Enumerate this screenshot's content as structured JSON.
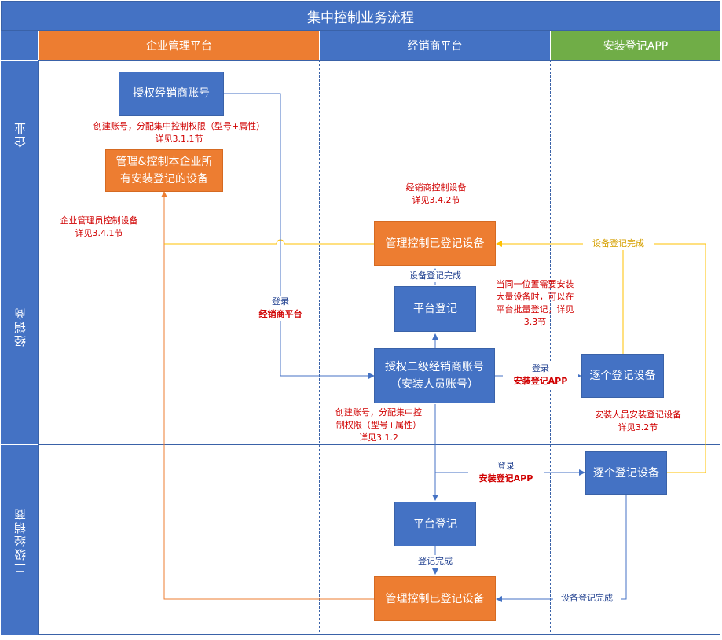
{
  "title": "集中控制业务流程",
  "columns": [
    {
      "label": "企业管理平台",
      "color": "#ed7d31"
    },
    {
      "label": "经销商平台",
      "color": "#4472c4"
    },
    {
      "label": "安装登记APP",
      "color": "#70ad47"
    }
  ],
  "rows": [
    {
      "label": "企业"
    },
    {
      "label": "经销商"
    },
    {
      "label": "二级经销商"
    }
  ],
  "boxes": {
    "authorize_dealer": "授权经销商账号",
    "manage_enterprise_devices": "管理&控制本企业所有安装登记的设备",
    "manage_registered_dealer": "管理控制已登记设备",
    "platform_register_dealer": "平台登记",
    "authorize_sub_dealer": "授权二级经销商账号（安装人员账号）",
    "register_each_dealer": "逐个登记设备",
    "register_each_sub": "逐个登记设备",
    "platform_register_sub": "平台登记",
    "manage_registered_sub": "管理控制已登记设备"
  },
  "labels": {
    "create_account_1_line1": "创建账号，分配集中控制权限（型号+属性）",
    "create_account_1_line2": "详见3.1.1节",
    "dealer_control_line1": "经销商控制设备",
    "dealer_control_line2": "详见3.4.2节",
    "enterprise_admin_line1": "企业管理员控制设备",
    "enterprise_admin_line2": "详见3.4.1节",
    "device_reg_done_right": "设备登记完成",
    "device_reg_done_mid": "设备登记完成",
    "batch_line1": "当同一位置需要安装",
    "batch_line2": "大量设备时，可以在",
    "batch_line3": "平台批量登记，详见",
    "batch_line4": "3.3节",
    "login_dealer_1": "登录",
    "login_dealer_2": "经销商平台",
    "login_app_a1": "登录",
    "login_app_a2": "安装登记APP",
    "installer_reg_line1": "安装人员安装登记设备",
    "installer_reg_line2": "详见3.2节",
    "create_account_2_line1": "创建账号，分配集中控",
    "create_account_2_line2": "制权限（型号+属性）",
    "create_account_2_line3": "详见3.1.2",
    "login_app_b1": "登录",
    "login_app_b2": "安装登记APP",
    "reg_done_sub": "登记完成",
    "device_reg_done_sub": "设备登记完成"
  }
}
